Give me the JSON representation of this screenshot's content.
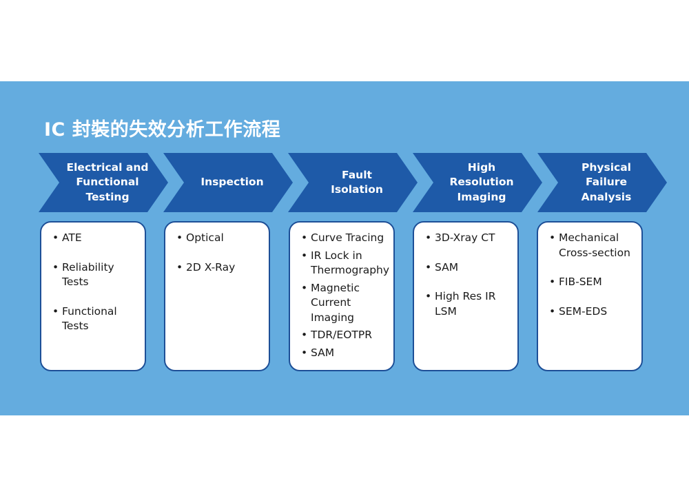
{
  "title": "IC 封裝的失效分析工作流程",
  "colors": {
    "panel": "#64acdf",
    "chevron": "#1e5aa8",
    "card_border": "#1d4f97",
    "text": "#1a1a1a"
  },
  "steps": [
    {
      "label": "Electrical and\nFunctional\nTesting",
      "items": [
        "ATE",
        "Reliability\nTests",
        "Functional\nTests"
      ]
    },
    {
      "label": "Inspection",
      "items": [
        "Optical",
        "2D X-Ray"
      ]
    },
    {
      "label": "Fault\nIsolation",
      "items": [
        "Curve Tracing",
        "IR Lock in\nThermography",
        "Magnetic\nCurrent\nImaging",
        "TDR/EOTPR",
        "SAM"
      ]
    },
    {
      "label": "High\nResolution\nImaging",
      "items": [
        "3D-Xray CT",
        "SAM",
        "High Res IR\nLSM"
      ]
    },
    {
      "label": "Physical\nFailure\nAnalysis",
      "items": [
        "Mechanical\nCross-section",
        "FIB-SEM",
        "SEM-EDS"
      ]
    }
  ]
}
